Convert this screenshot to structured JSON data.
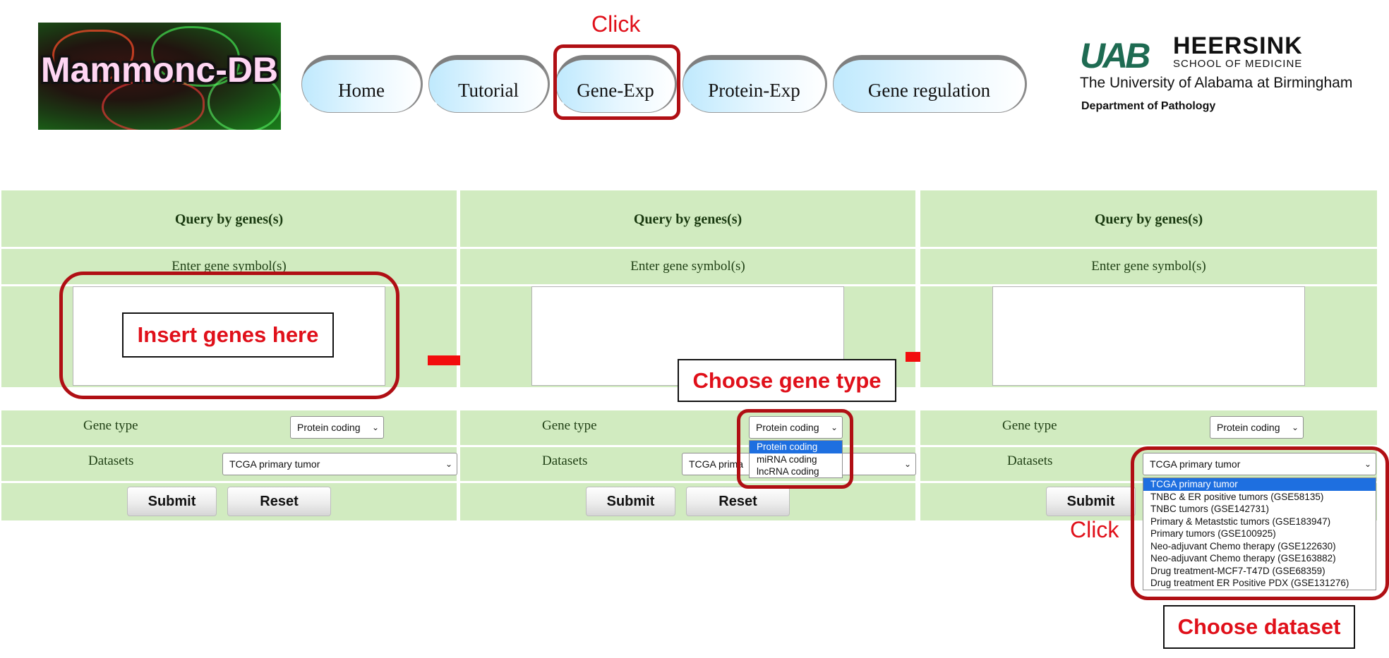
{
  "logo": {
    "text": "Mammonc-DB"
  },
  "nav": {
    "items": [
      "Home",
      "Tutorial",
      "Gene-Exp",
      "Protein-Exp",
      "Gene regulation"
    ]
  },
  "uab": {
    "mark": "UAB",
    "name": "HEERSINK",
    "school": "SCHOOL OF MEDICINE",
    "university": "The University of Alabama at Birmingham",
    "department": "Department of Pathology"
  },
  "panel": {
    "title": "Query by genes(s)",
    "subtitle": "Enter gene symbol(s)",
    "gene_type_label": "Gene type",
    "datasets_label": "Datasets",
    "gene_type_value": "Protein coding",
    "dataset_value": "TCGA primary tumor",
    "dataset_value_truncated": "TCGA prima",
    "submit_label": "Submit",
    "reset_label": "Reset"
  },
  "gene_type_options": [
    "Protein coding",
    "miRNA coding",
    "lncRNA coding"
  ],
  "dataset_options": [
    "TCGA primary tumor",
    "TNBC & ER positive tumors (GSE58135)",
    "TNBC tumors (GSE142731)",
    "Primary & Metaststic tumors (GSE183947)",
    "Primary tumors (GSE100925)",
    "Neo-adjuvant Chemo therapy (GSE122630)",
    "Neo-adjuvant Chemo therapy (GSE163882)",
    "Drug treatment-MCF7-T47D (GSE68359)",
    "Drug treatment ER Positive PDX (GSE131276)"
  ],
  "annotations": {
    "click_top": "Click",
    "insert_genes": "Insert genes here",
    "choose_gene_type": "Choose gene type",
    "click_bottom": "Click",
    "choose_dataset": "Choose dataset"
  },
  "colors": {
    "panel_bg": "#d1ebc0",
    "annotation_red": "#e0101a",
    "box_red": "#b00f14",
    "selected_option": "#1e6fe0"
  }
}
